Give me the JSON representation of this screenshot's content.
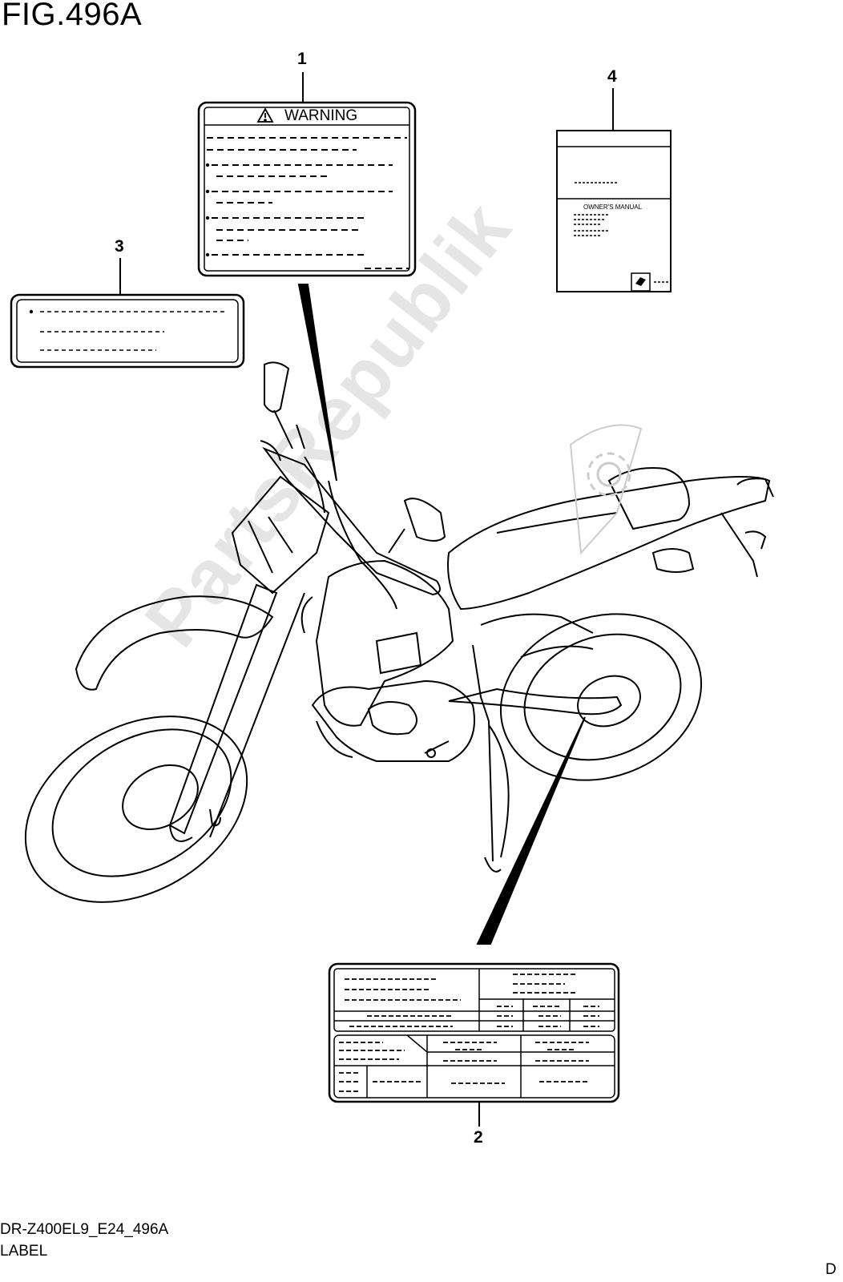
{
  "figure": {
    "title": "FIG.496A",
    "code": "DR-Z400EL9_E24_496A",
    "name": "LABEL",
    "corner_letter": "D"
  },
  "callouts": [
    "1",
    "2",
    "3",
    "4"
  ],
  "labels": {
    "warning_label": {
      "heading": "WARNING",
      "icon": "warning-triangle-icon"
    },
    "owners_manual": {
      "heading": "OWNER'S MANUAL",
      "icon": "suzuki-logo-icon"
    }
  },
  "watermark": {
    "text": "PartsRepublik",
    "icon": "gear-icon"
  }
}
